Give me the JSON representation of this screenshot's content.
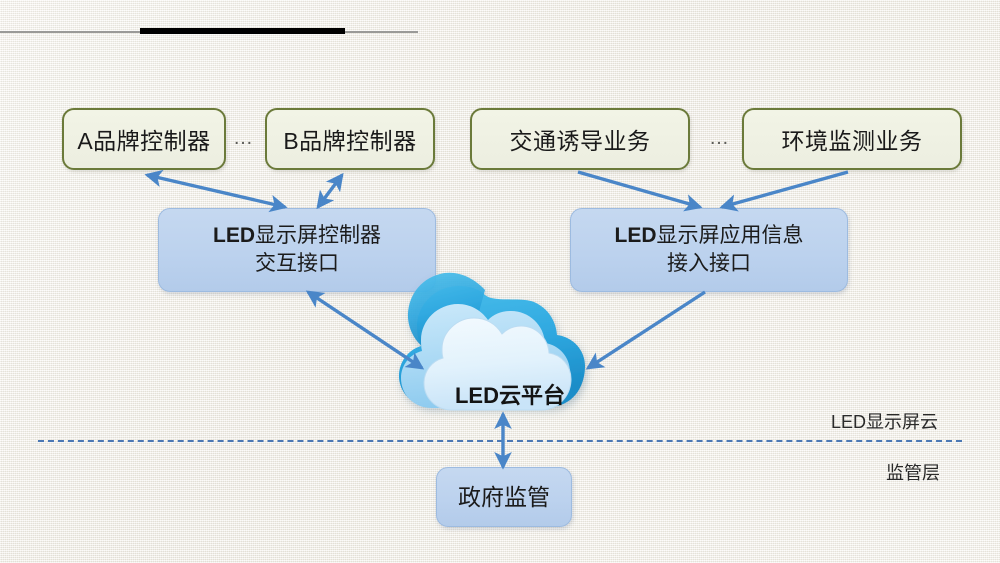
{
  "page": {
    "background_color": "#f2f0ea",
    "accent_arrow_color": "#4a86c8",
    "divider_color": "#4b78b4"
  },
  "decoration": {
    "thin_rule_color": "#9a9a98",
    "thick_rule_color": "#000000"
  },
  "top_row": {
    "controller_boxes": [
      {
        "label": "A品牌控制器"
      },
      {
        "label": "B品牌控制器"
      }
    ],
    "controller_ellipsis": "…",
    "service_boxes": [
      {
        "label": "交通诱导业务"
      },
      {
        "label": "环境监测业务"
      }
    ],
    "service_ellipsis": "…"
  },
  "interface_boxes": {
    "left": {
      "line1_latin": "LED",
      "line1_cjk": "显示屏控制器",
      "line2": "交互接口"
    },
    "right": {
      "line1_latin": "LED",
      "line1_cjk": "显示屏应用信息",
      "line2": "接入接口"
    }
  },
  "cloud": {
    "caption": "LED云平台",
    "colors": {
      "back": "#2fa8e0",
      "mid": "#a8d8f4",
      "front_top": "#e6f4fd",
      "front_bottom": "#cfe8fa"
    }
  },
  "bottom_box": {
    "label": "政府监管"
  },
  "layer_labels": {
    "upper": "LED显示屏云",
    "lower": "监管层"
  }
}
